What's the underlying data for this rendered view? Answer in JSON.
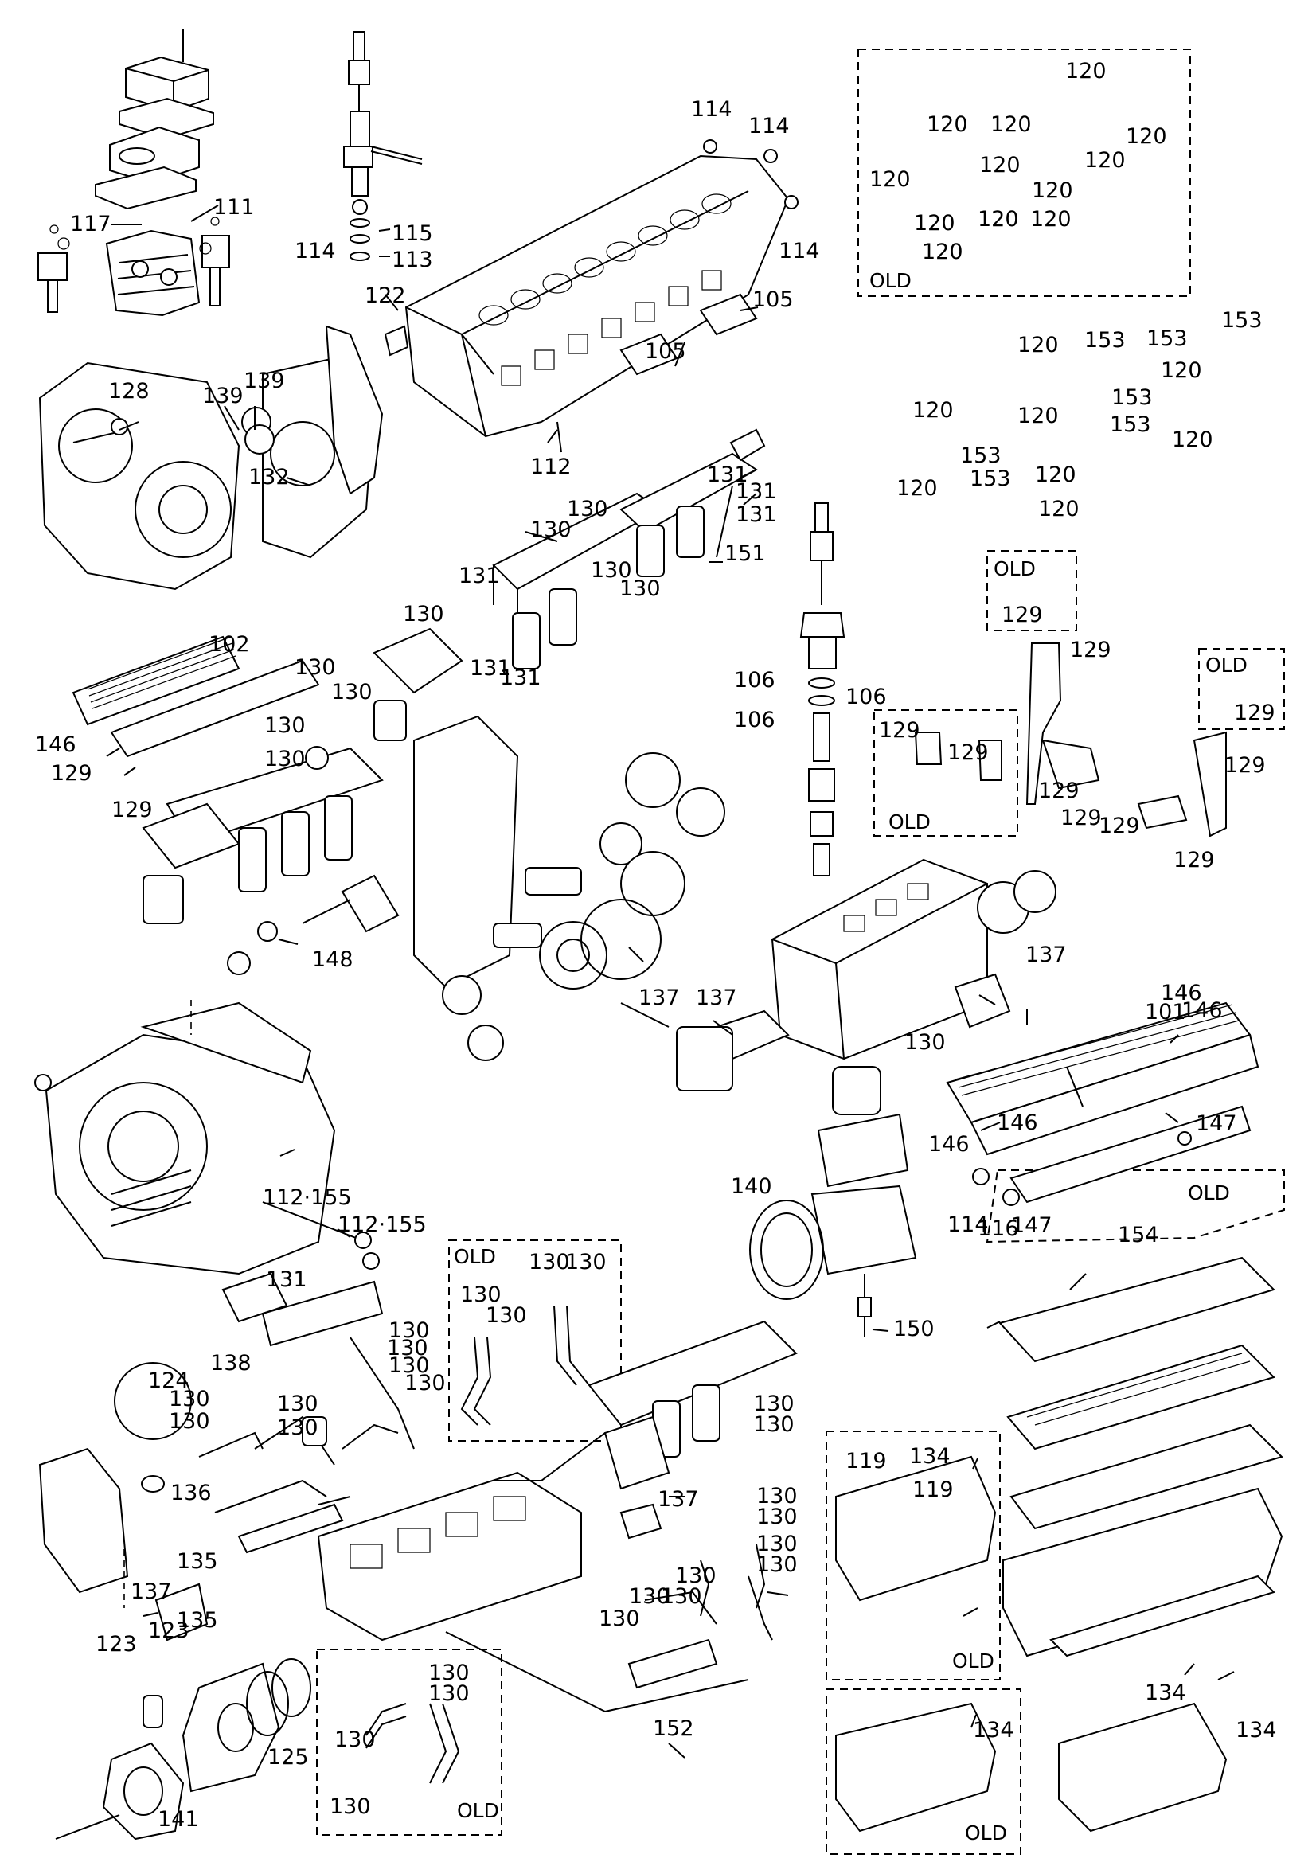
{
  "labels": [
    "101",
    "102",
    "105",
    "106",
    "111",
    "112",
    "112·155",
    "113",
    "114",
    "115",
    "116",
    "117",
    "119",
    "120",
    "122",
    "123",
    "124",
    "125",
    "128",
    "129",
    "130",
    "131",
    "132",
    "134",
    "135",
    "136",
    "137",
    "138",
    "139",
    "140",
    "141",
    "146",
    "147",
    "148",
    "150",
    "151",
    "152",
    "153",
    "154"
  ],
  "old_marker": "OLD"
}
